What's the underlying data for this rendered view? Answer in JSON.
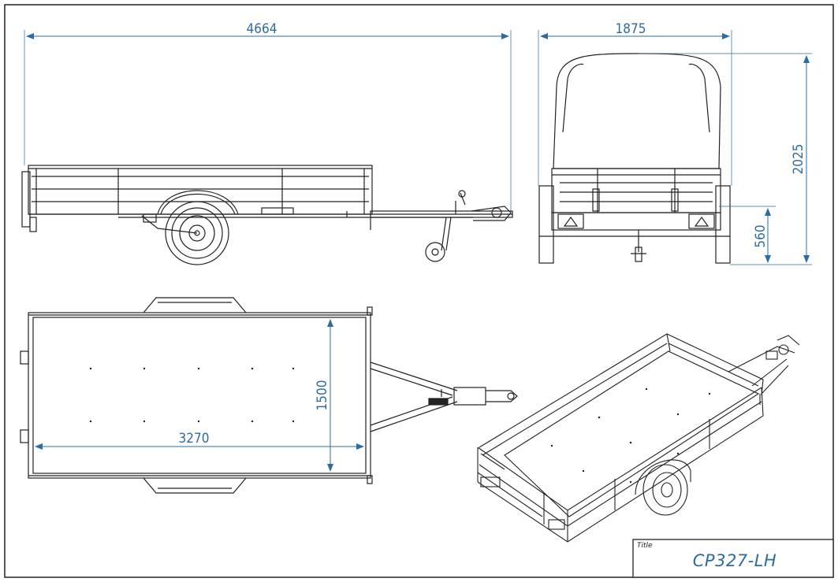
{
  "drawing": {
    "line_color": "#222222",
    "dim_color": "#2b6ca3",
    "dimensions": {
      "overall_length": "4664",
      "overall_width": "1875",
      "overall_height": "2025",
      "platform_height": "560",
      "box_length": "3270",
      "box_width": "1500"
    },
    "title_block": {
      "label": "Title",
      "title": "CP327-LH"
    }
  }
}
